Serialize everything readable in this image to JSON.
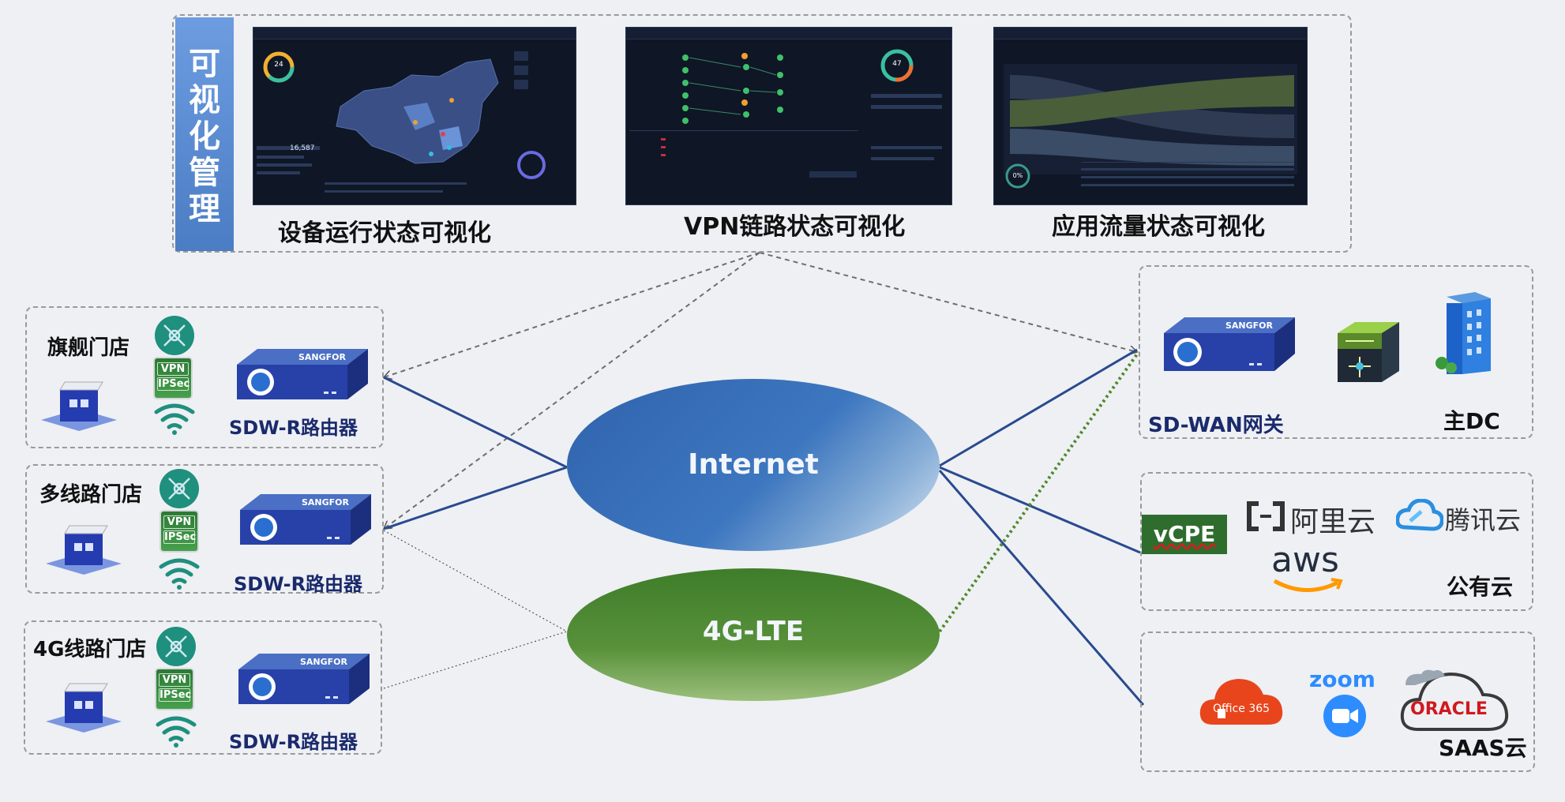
{
  "vis_title": "可视化管理",
  "screens": [
    {
      "caption": "设备运行状态可视化",
      "donut_value": "24",
      "stat_value": "16,587"
    },
    {
      "caption": "VPN链路状态可视化",
      "donut_value": "47"
    },
    {
      "caption": "应用流量状态可视化",
      "donut_value": "0%"
    }
  ],
  "clouds": {
    "internet": "Internet",
    "lte": "4G-LTE"
  },
  "stores": [
    {
      "name": "旗舰门店",
      "router": "SDW-R路由器",
      "vpn": "VPN",
      "ipsec": "IPSec"
    },
    {
      "name": "多线路门店",
      "router": "SDW-R路由器",
      "vpn": "VPN",
      "ipsec": "IPSec"
    },
    {
      "name": "4G线路门店",
      "router": "SDW-R路由器",
      "vpn": "VPN",
      "ipsec": "IPSec"
    }
  ],
  "brand": "SANGFOR",
  "dc": {
    "gateway": "SD-WAN网关",
    "main": "主DC"
  },
  "public_cloud": {
    "vcpe": "vCPE",
    "aliyun": "阿里云",
    "tencent": "腾讯云",
    "aws": "aws",
    "label": "公有云"
  },
  "saas": {
    "office": "Office 365",
    "zoom": "zoom",
    "oracle": "ORACLE",
    "label": "SAAS云"
  },
  "colors": {
    "internet": "#2f68b0",
    "lte": "#4f8530",
    "link": "#2a4a8f",
    "accent_bar": "#5b8fd0"
  }
}
